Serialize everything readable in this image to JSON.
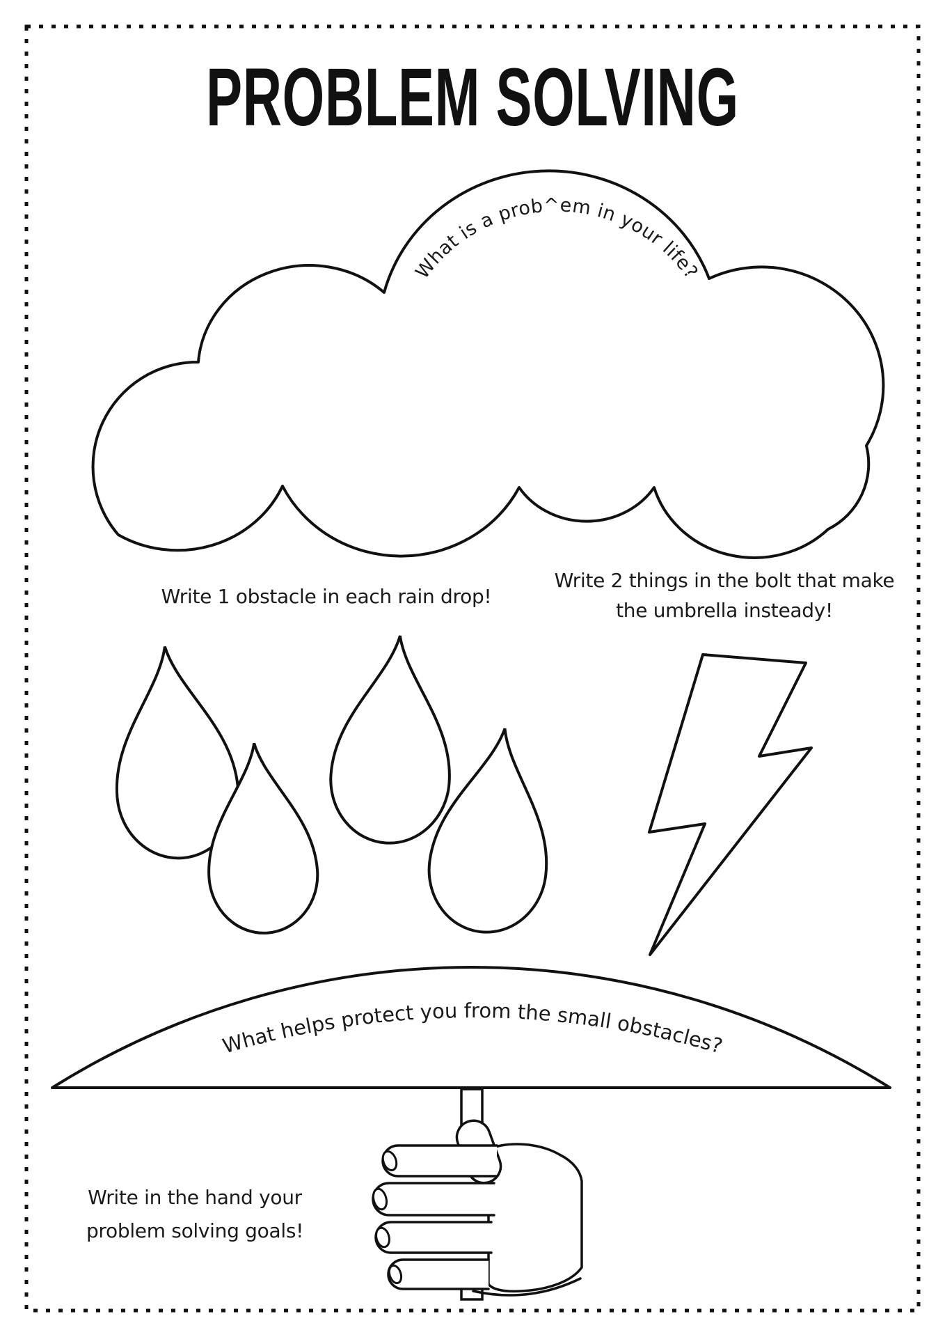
{
  "page": {
    "title": "PROBLEM SOLVING"
  },
  "cloud": {
    "prompt": "What is a prob^em in your life?"
  },
  "rain": {
    "instruction": "Write 1 obstacle in each rain drop!",
    "drop_count": 4
  },
  "bolt": {
    "instruction_line1": "Write 2 things in the bolt that make",
    "instruction_line2": "the umbrella insteady!"
  },
  "umbrella": {
    "prompt": "What helps protect you from the small obstacles?"
  },
  "hand": {
    "instruction_line1": "Write in the hand your",
    "instruction_line2": "problem solving goals!"
  },
  "colors": {
    "ink": "#1a1a1a",
    "paper": "#ffffff"
  }
}
